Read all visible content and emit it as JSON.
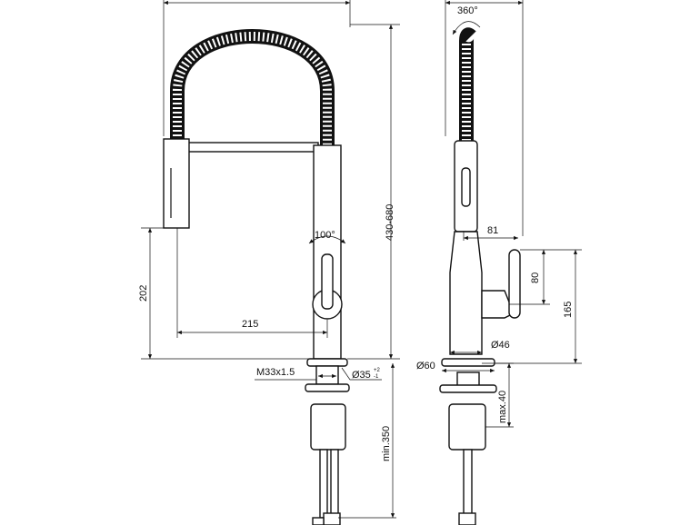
{
  "drawing": {
    "front_view": {
      "height_range": "430-680",
      "spout_height": "202",
      "spout_reach": "215",
      "handle_angle": "100°",
      "thread": "M33x1.5",
      "hole_diameter": "Ø35",
      "hole_tol_plus": "+2",
      "hole_tol_minus": "-1",
      "hose_length": "min.350"
    },
    "side_view": {
      "rotation": "360°",
      "handle_reach": "81",
      "handle_height": "80",
      "handle_base_height": "165",
      "body_diameter": "Ø46",
      "base_diameter": "Ø60",
      "max_thickness": "max.40"
    }
  }
}
